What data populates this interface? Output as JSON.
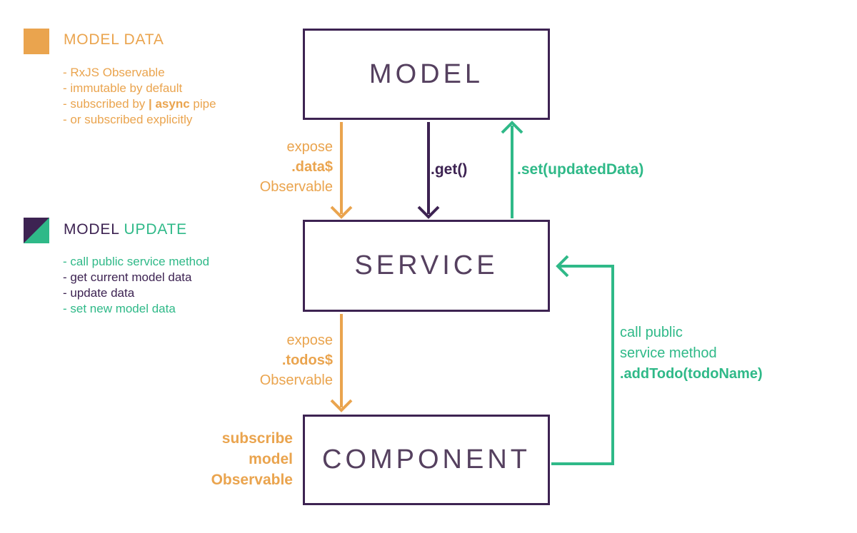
{
  "colors": {
    "orange": "#EAA44E",
    "green": "#2FB988",
    "purple": "#3D2352",
    "boxtext": "#55405F"
  },
  "legend_model_data": {
    "title": "MODEL DATA",
    "item_rxjs": "- RxJS Observable",
    "item_immutable": "- immutable by default",
    "item_async_prefix": "- subscribed by ",
    "item_async_bold": "| async",
    "item_async_suffix": " pipe",
    "item_explicit": "- or subscribed explicitly"
  },
  "legend_model_update": {
    "title_model": "MODEL",
    "title_update": "UPDATE",
    "items": [
      "- call public service method",
      "- get current model data",
      "- update data",
      "- set new model data"
    ]
  },
  "boxes": {
    "model": "MODEL",
    "service": "SERVICE",
    "component": "COMPONENT"
  },
  "labels": {
    "expose_data": {
      "line1": "expose",
      "line2": ".data$",
      "line3": "Observable"
    },
    "get_method": ".get()",
    "set_method": ".set(updatedData)",
    "expose_todos": {
      "line1": "expose",
      "line2": ".todos$",
      "line3": "Observable"
    },
    "subscribe_model": {
      "line1": "subscribe",
      "line2": "model",
      "line3": "Observable"
    },
    "call_public": {
      "line1": "call public",
      "line2": "service method",
      "line3": ".addTodo(todoName)"
    }
  }
}
